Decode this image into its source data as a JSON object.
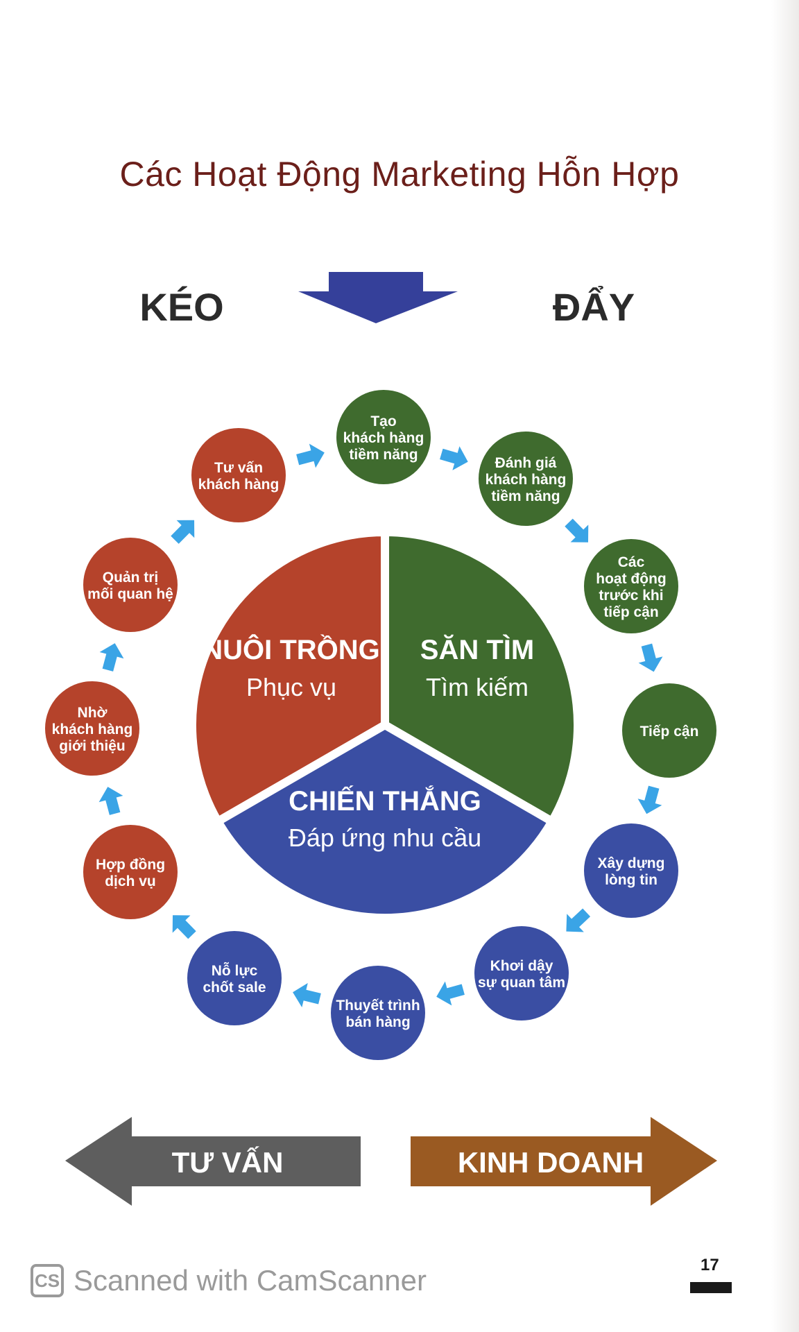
{
  "title": "Các Hoạt Động Marketing Hỗn Hợp",
  "pull_label": "KÉO",
  "push_label": "ĐẨY",
  "center": {
    "segments": [
      {
        "id": "nurture",
        "title": "NUÔI TRỒNG",
        "subtitle": "Phục vụ",
        "color": "#b5432b"
      },
      {
        "id": "hunt",
        "title": "SĂN TÌM",
        "subtitle": "Tìm kiếm",
        "color": "#3f6b2e"
      },
      {
        "id": "win",
        "title": "CHIẾN THẮNG",
        "subtitle": "Đáp ứng nhu cầu",
        "color": "#3a4ea3"
      }
    ]
  },
  "cycle": [
    {
      "lines": [
        "Tạo",
        "khách hàng",
        "tiềm năng"
      ],
      "color": "#3f6b2e"
    },
    {
      "lines": [
        "Đánh giá",
        "khách hàng",
        "tiềm năng"
      ],
      "color": "#3f6b2e"
    },
    {
      "lines": [
        "Các",
        "hoạt động",
        "trước khi",
        "tiếp cận"
      ],
      "color": "#3f6b2e"
    },
    {
      "lines": [
        "Tiếp cận"
      ],
      "color": "#3f6b2e"
    },
    {
      "lines": [
        "Xây dựng",
        "lòng tin"
      ],
      "color": "#3a4ea3"
    },
    {
      "lines": [
        "Khơi dậy",
        "sự quan tâm"
      ],
      "color": "#3a4ea3"
    },
    {
      "lines": [
        "Thuyết trình",
        "bán hàng"
      ],
      "color": "#3a4ea3"
    },
    {
      "lines": [
        "Nỗ lực",
        "chốt sale"
      ],
      "color": "#3a4ea3"
    },
    {
      "lines": [
        "Hợp đồng",
        "dịch vụ"
      ],
      "color": "#b5432b"
    },
    {
      "lines": [
        "Nhờ",
        "khách hàng",
        "giới thiệu"
      ],
      "color": "#b5432b"
    },
    {
      "lines": [
        "Quản trị",
        "mối quan hệ"
      ],
      "color": "#b5432b"
    },
    {
      "lines": [
        "Tư vấn",
        "khách hàng"
      ],
      "color": "#b5432b"
    }
  ],
  "bottom_left": {
    "label": "TƯ VẤN",
    "color": "#5e5e5e"
  },
  "bottom_right": {
    "label": "KINH DOANH",
    "color": "#9a5a22"
  },
  "colors": {
    "arrow_small": "#3aa4e6",
    "title": "#6b1f1a",
    "down_arrow": "#35409a"
  },
  "page_number": "17",
  "watermark": {
    "logo": "CS",
    "text": "Scanned with CamScanner"
  }
}
